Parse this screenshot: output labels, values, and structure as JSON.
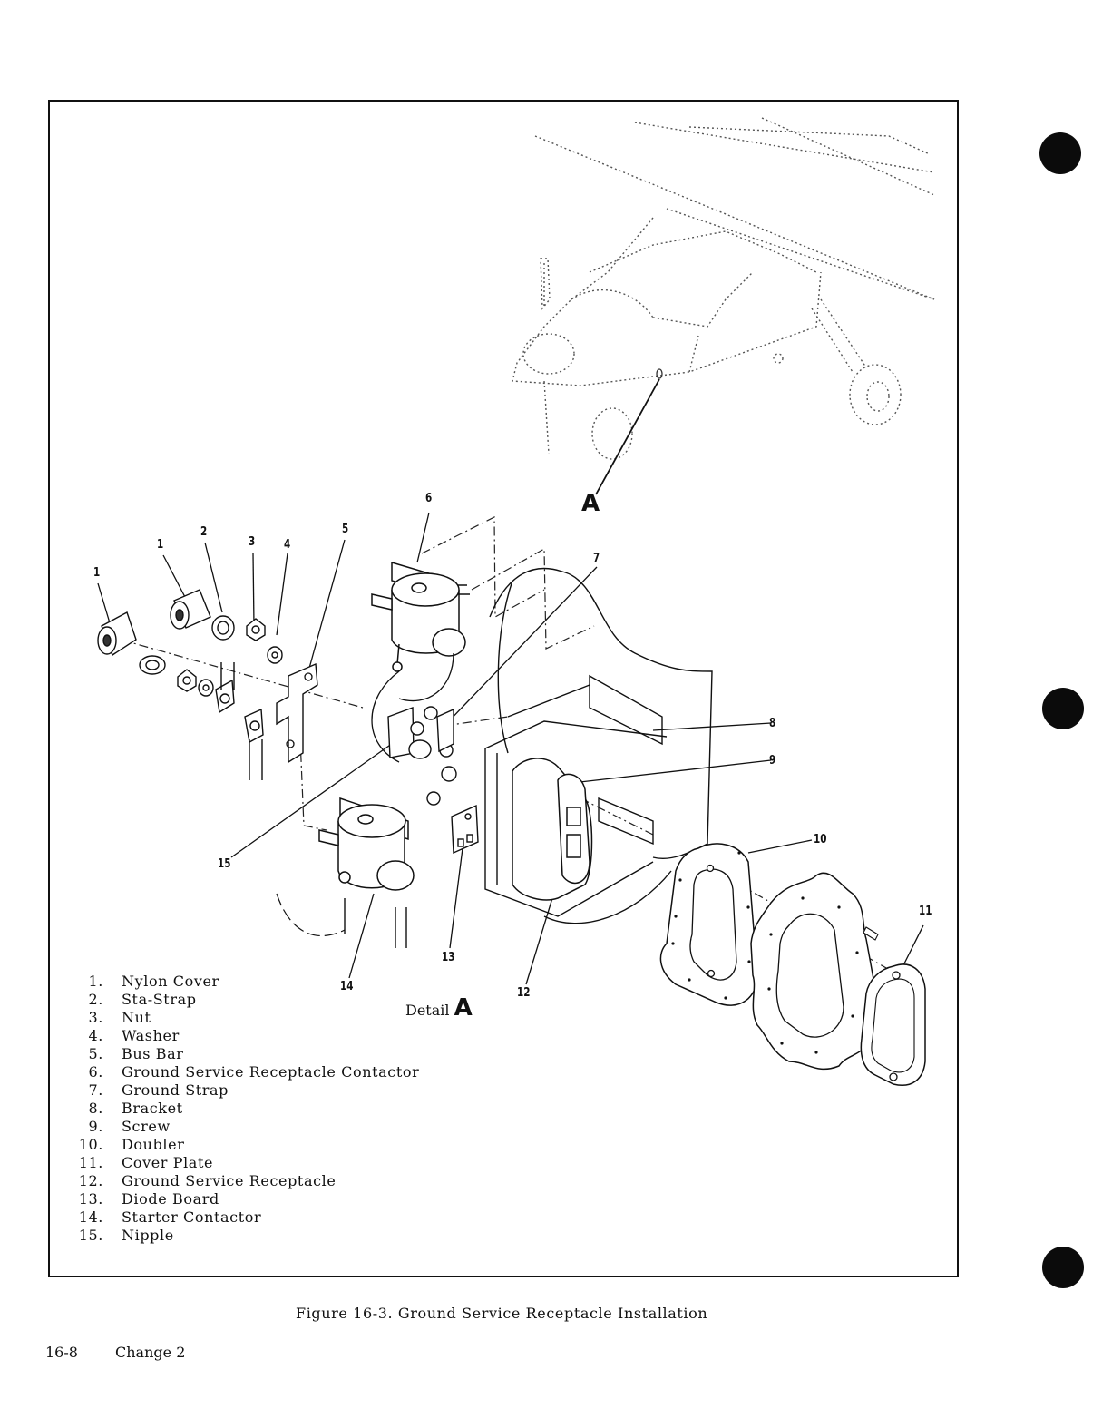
{
  "figure": {
    "caption": "Figure 16-3.  Ground Service Receptacle Installation",
    "detail_label": "Detail",
    "detail_letter": "A",
    "locator_letter": "A"
  },
  "legend": [
    {
      "num": "1.",
      "label": "Nylon Cover"
    },
    {
      "num": "2.",
      "label": "Sta-Strap"
    },
    {
      "num": "3.",
      "label": "Nut"
    },
    {
      "num": "4.",
      "label": "Washer"
    },
    {
      "num": "5.",
      "label": "Bus Bar"
    },
    {
      "num": "6.",
      "label": "Ground Service Receptacle Contactor"
    },
    {
      "num": "7.",
      "label": "Ground Strap"
    },
    {
      "num": "8.",
      "label": "Bracket"
    },
    {
      "num": "9.",
      "label": "Screw"
    },
    {
      "num": "10.",
      "label": "Doubler"
    },
    {
      "num": "11.",
      "label": "Cover Plate"
    },
    {
      "num": "12.",
      "label": "Ground Service Receptacle"
    },
    {
      "num": "13.",
      "label": "Diode Board"
    },
    {
      "num": "14.",
      "label": "Starter Contactor"
    },
    {
      "num": "15.",
      "label": "Nipple"
    }
  ],
  "callouts": {
    "c1a": "1",
    "c1b": "1",
    "c2": "2",
    "c3": "3",
    "c4": "4",
    "c5": "5",
    "c6": "6",
    "c7": "7",
    "c8": "8",
    "c9": "9",
    "c10": "10",
    "c11": "11",
    "c12": "12",
    "c13": "13",
    "c14": "14",
    "c15": "15"
  },
  "footer": {
    "page": "16-8",
    "change": "Change 2"
  }
}
